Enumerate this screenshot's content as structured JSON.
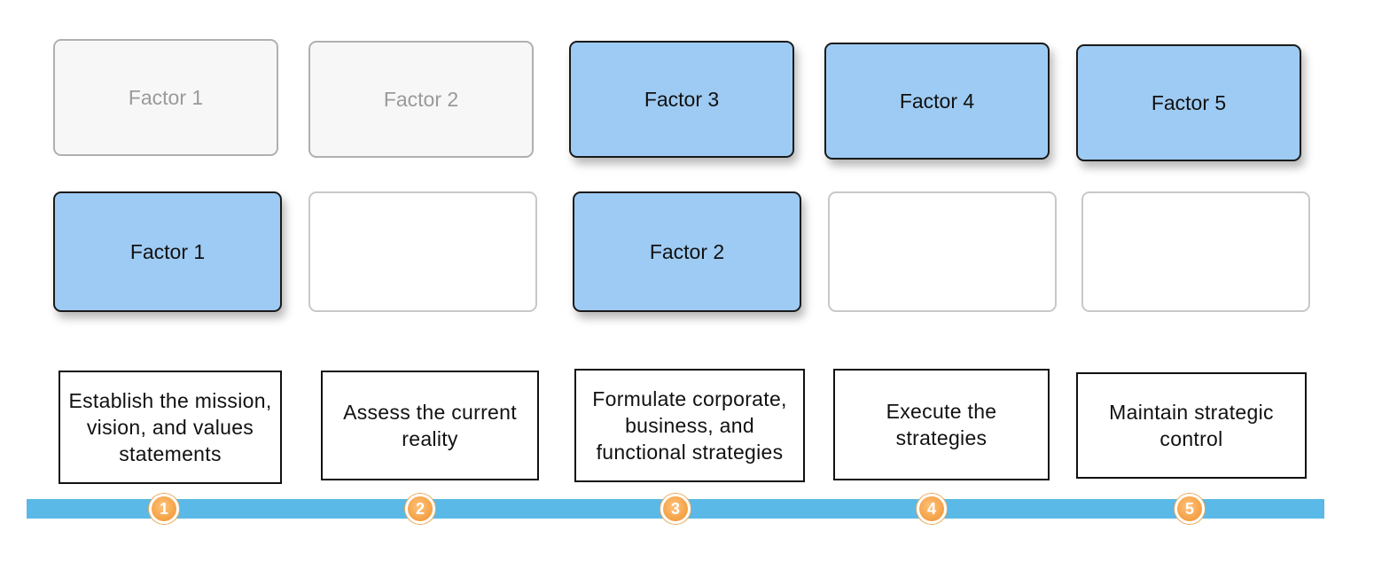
{
  "tray": {
    "factors": [
      "Factor 1",
      "Factor 2",
      "Factor 3",
      "Factor 4",
      "Factor 5"
    ]
  },
  "slots": {
    "filled": [
      "Factor 1",
      "Factor 2"
    ]
  },
  "steps": [
    {
      "number": "1",
      "label": "Establish the mission, vision, and values statements"
    },
    {
      "number": "2",
      "label": "Assess the current reality"
    },
    {
      "number": "3",
      "label": "Formulate corporate, business, and functional strategies"
    },
    {
      "number": "4",
      "label": "Execute the strategies"
    },
    {
      "number": "5",
      "label": "Maintain strategic control"
    }
  ],
  "colors": {
    "card_fill": "#9ecbf3",
    "timeline": "#5ab9e6",
    "marker": "#f3a043"
  }
}
